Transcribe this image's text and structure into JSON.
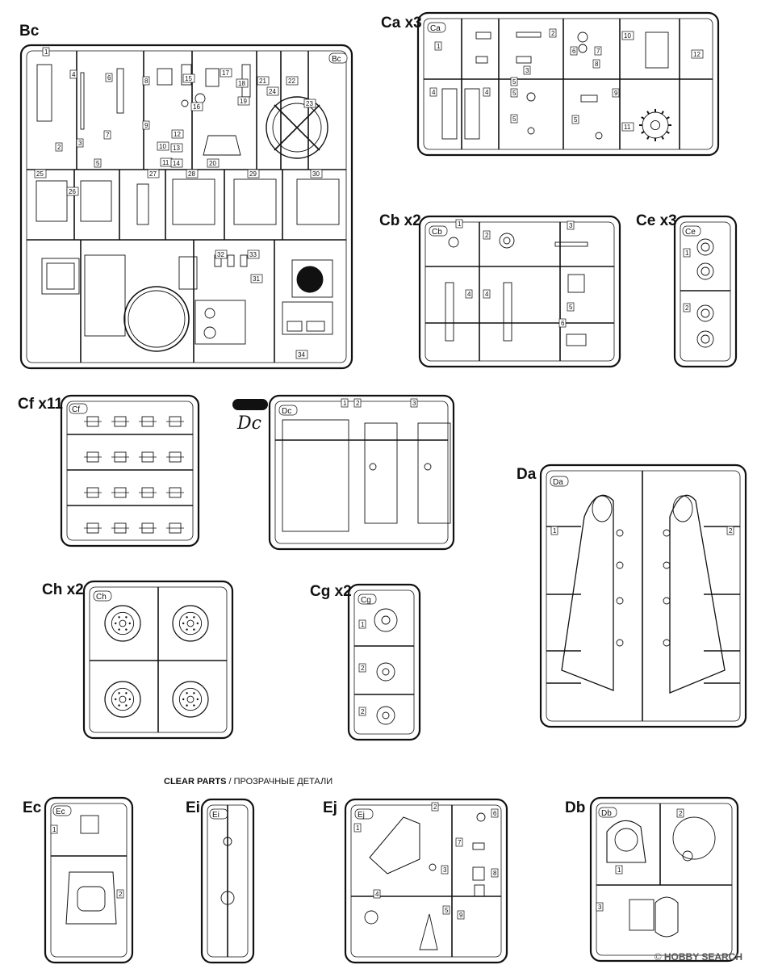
{
  "sprues": {
    "bc": {
      "label": "Bc",
      "tag": "Bc"
    },
    "ca": {
      "label": "Ca x3",
      "tag": "Ca"
    },
    "cb": {
      "label": "Cb x2",
      "tag": "Cb"
    },
    "ce": {
      "label": "Ce x3",
      "tag": "Ce"
    },
    "cf": {
      "label": "Cf x11",
      "tag": "Cf"
    },
    "dc": {
      "label": "Dc",
      "tag": "Dc"
    },
    "da": {
      "label": "Da",
      "tag": "Da"
    },
    "ch": {
      "label": "Ch x2",
      "tag": "Ch"
    },
    "cg": {
      "label": "Cg x2",
      "tag": "Cg"
    },
    "ec": {
      "label": "Ec",
      "tag": "Ec"
    },
    "ei": {
      "label": "Ei",
      "tag": "Ei"
    },
    "ej": {
      "label": "Ej",
      "tag": "Ej"
    },
    "db": {
      "label": "Db",
      "tag": "Db"
    }
  },
  "clear_parts": {
    "title_en": "CLEAR PARTS",
    "separator": " / ",
    "title_ru": "ПРОЗРАЧНЫЕ ДЕТАЛИ"
  },
  "part_numbers": {
    "bc": [
      "1",
      "2",
      "3",
      "4",
      "5",
      "6",
      "7",
      "8",
      "9",
      "10",
      "11",
      "12",
      "13",
      "14",
      "15",
      "16",
      "17",
      "18",
      "19",
      "20",
      "21",
      "22",
      "23",
      "24",
      "25",
      "26",
      "27",
      "28",
      "29",
      "30",
      "31",
      "32",
      "33",
      "34"
    ],
    "ca": [
      "1",
      "2",
      "3",
      "4",
      "4",
      "5",
      "5",
      "5",
      "5",
      "6",
      "7",
      "8",
      "9",
      "10",
      "11",
      "12"
    ],
    "cb": [
      "1",
      "2",
      "3",
      "4",
      "4",
      "5",
      "6"
    ],
    "ce": [
      "1",
      "2"
    ],
    "dc": [
      "1",
      "2",
      "3"
    ],
    "da": [
      "1",
      "2"
    ],
    "cg": [
      "1",
      "2",
      "2"
    ],
    "ec": [
      "1",
      "2"
    ],
    "ej": [
      "1",
      "2",
      "3",
      "4",
      "5",
      "6",
      "7",
      "8",
      "9"
    ],
    "db": [
      "1",
      "2",
      "3"
    ]
  },
  "handwritten_note": "Dc",
  "watermark": {
    "brand": "HOBBY SEARCH",
    "note": "logo"
  },
  "colors": {
    "line": "#111111",
    "background": "#ffffff",
    "fill_dark": "#111111"
  }
}
